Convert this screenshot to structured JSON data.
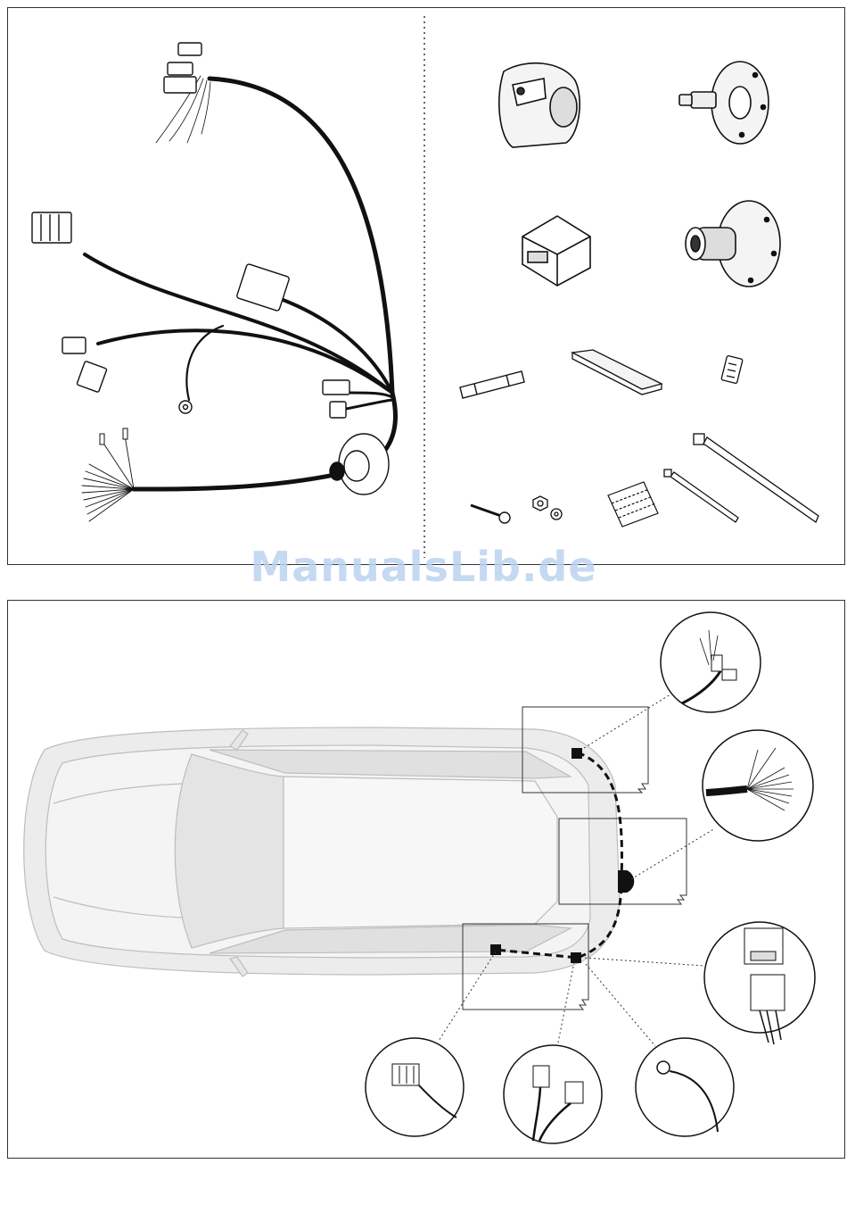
{
  "watermark": {
    "text": "ManualsLib.de",
    "color": "#bcd3f0"
  },
  "colors": {
    "line": "#1a1a1a",
    "car_fill": "#ececec",
    "car_stroke": "#bdbdbd",
    "route": "#111111"
  },
  "diagram": {
    "kit_components": [
      "wiring-harness",
      "trailer-socket-13pin",
      "socket-bracket",
      "control-module",
      "rubber-grommet-socket",
      "fuse",
      "foam-strip",
      "connector-clip",
      "screw",
      "nut-and-washer",
      "adhesive-pads",
      "small-cable-tie",
      "large-cable-tie"
    ],
    "installation_details": [
      "rear-light-connector-left",
      "socket-wire-bundle",
      "control-module-connector",
      "light-connector-right",
      "rear-light-plug",
      "ground-ring-terminal"
    ]
  }
}
